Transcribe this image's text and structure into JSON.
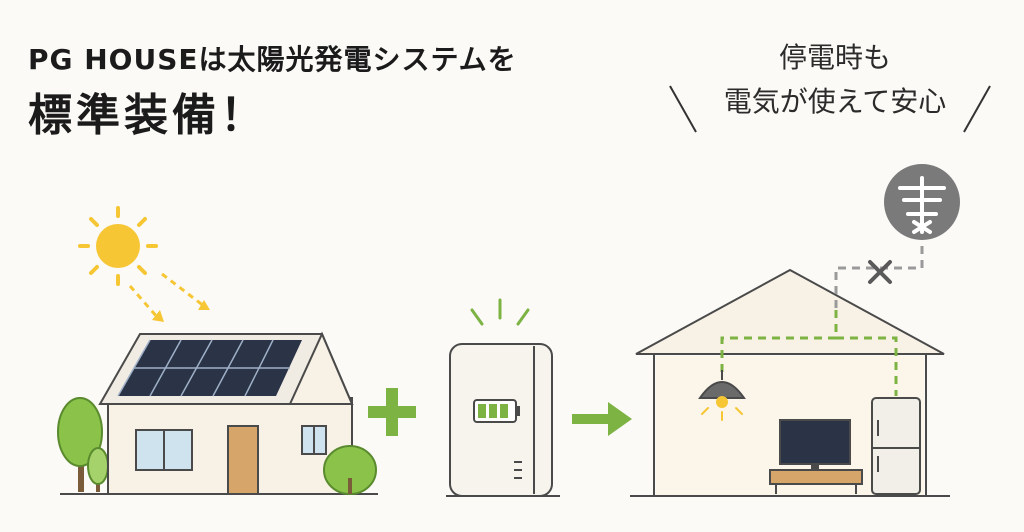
{
  "headline": {
    "line1": "PG HOUSEは太陽光発電システムを",
    "line2": "標準装備！"
  },
  "callout": {
    "line1": "停電時も",
    "line2": "電気が使えて安心"
  },
  "colors": {
    "sun": "#f6c634",
    "green": "#7cb342",
    "dark_pole": "#7a7a7a",
    "panel": "#2a3446",
    "house_wall": "#f7f1e6",
    "outline": "#4a4a4a"
  },
  "icons": [
    "sun-icon",
    "solar-house-icon",
    "plus-icon",
    "battery-icon",
    "arrow-right-icon",
    "utility-pole-icon",
    "cross-icon",
    "lamp-icon",
    "tv-icon",
    "refrigerator-icon",
    "tree-icon"
  ]
}
